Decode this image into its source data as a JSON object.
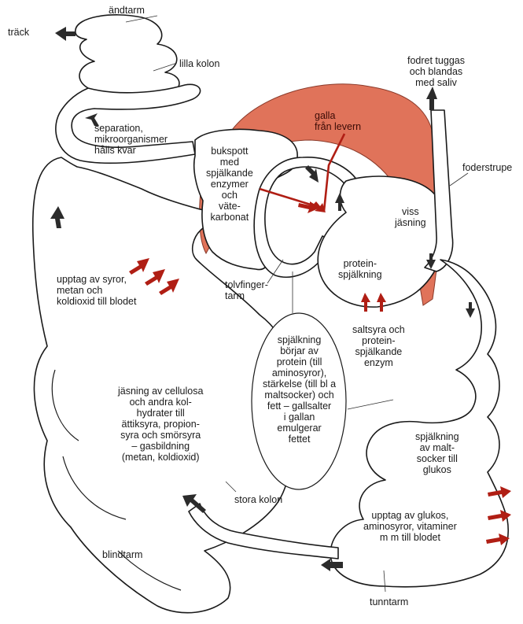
{
  "colors": {
    "outline": "#1a1a1a",
    "liver": "#e0735a",
    "red_arrow": "#b01e14",
    "black_arrow": "#2b2b2b",
    "background": "#ffffff"
  },
  "labels": {
    "andtarm": "ändtarm",
    "track": "träck",
    "lilla_kolon": "lilla kolon",
    "separation": "separation,\nmikroorganismer\nhålls kvar",
    "bukspott": "bukspott\nmed\nspjälkande\nenzymer\noch\nväte-\nkarbonat",
    "galla": "galla\nfrån levern",
    "fodret": "fodret tuggas\noch blandas\nmed saliv",
    "foderstrupe": "foderstrupe",
    "viss_jasning": "viss\njäsning",
    "protein_spjalkning": "protein-\nspjälkning",
    "upptag_syror": "upptag av syror,\nmetan och\nkoldioxid till blodet",
    "tolvfingertarm": "tolvfinger-\ntarm",
    "saltsyra": "saltsyra och\nprotein-\nspjälkande\nenzym",
    "spjalkning_borjar": "spjälkning\nbörjar av\nprotein (till\naminosyror),\nstärkelse (till bl a\nmaltsocker) och\nfett – gallsalter\ni gallan\nemulgerar\nfettet",
    "jasning_cellulosa": "jäsning av cellulosa\noch andra kol-\nhydrater till\nättiksyra, propion-\nsyra och smörsyra\n– gasbildning\n(metan, koldioxid)",
    "spjalkning_maltsocker": "spjälkning\nav malt-\nsocker till\nglukos",
    "stora_kolon": "stora kolon",
    "upptag_glukos": "upptag av glukos,\naminosyror, vitaminer\nm m till blodet",
    "blindtarm": "blindtarm",
    "tunntarm": "tunntarm"
  },
  "icons": [
    "black-arrow-icon",
    "red-arrow-icon"
  ]
}
